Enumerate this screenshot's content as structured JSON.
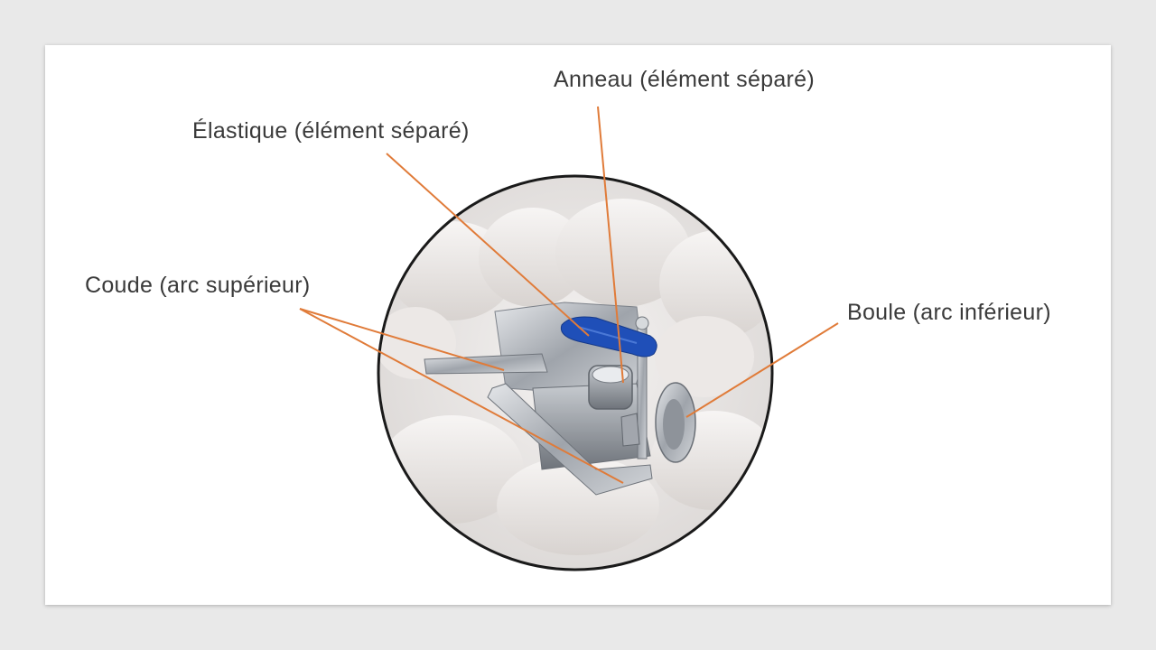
{
  "labels": {
    "anneau": "Anneau (élément séparé)",
    "elastique": "Élastique (élément séparé)",
    "coude": "Coude (arc supérieur)",
    "boule": "Boule (arc inférieur)"
  },
  "colors": {
    "background": "#e9e9e9",
    "slide": "#ffffff",
    "leader_line": "#e07b39",
    "circle_border": "#1a1a1a",
    "elastic_band": "#1f4fb8",
    "metal": "#b8bcc2",
    "teeth": "#e6e3e1"
  }
}
